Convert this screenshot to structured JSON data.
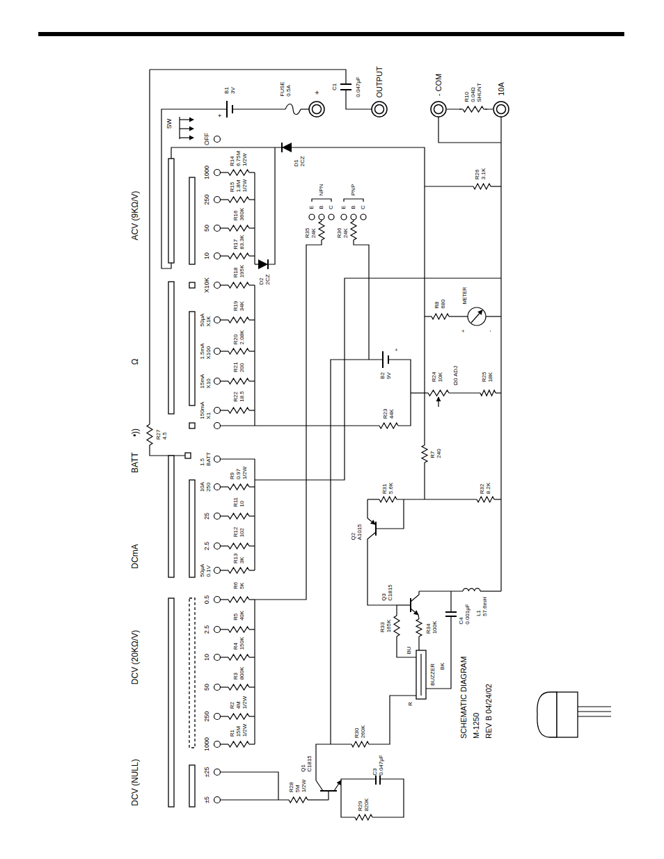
{
  "diagram": {
    "title": "SCHEMATIC DIAGRAM",
    "nodes": [
      {
        "text": [
          "+"
        ]
      },
      {
        "text": [
          "OUTPUT"
        ]
      },
      {
        "text": [
          "- COM"
        ]
      },
      {
        "text": [
          "10A"
        ]
      }
    ],
    "edges": [
      {
        "from": 2,
        "to": 3,
        "arrow": "none"
      }
    ],
    "labels": [
      "ACV (9KΩ/V)",
      "Ω",
      "•))",
      "BATT",
      "DCmA",
      "DCV (20KΩ/V)",
      "DCV (NULL)",
      "SW",
      "OFF",
      "1000",
      "250",
      "50",
      "10",
      "X10K",
      "50μA",
      "X1K",
      "1.5mA",
      "X100",
      "15mA",
      "X10",
      "150mA",
      "X1",
      "1.5",
      "BATT",
      "10A",
      "250",
      "25",
      "2.5",
      "50μA",
      "0.1V",
      "0.5",
      "2.5",
      "10",
      "50",
      "250",
      "1000",
      "±25",
      "±5",
      "R14",
      "6.75M",
      "1/2W",
      "R15",
      "1.8M",
      "1/2W",
      "R16",
      "360K",
      "R17",
      "83.3K",
      "R18",
      "195K",
      "R19",
      "34K",
      "R20",
      "2.08K",
      "R21",
      "200",
      "R22",
      "18.5",
      "R9",
      "0.97",
      "1/2W",
      "R11",
      "10",
      "R12",
      "102",
      "R13",
      "3K",
      "R6",
      "5K",
      "R5",
      "40K",
      "R4",
      "150K",
      "R3",
      "800K",
      "R2",
      "4M",
      "1/2W",
      "R1",
      "15M",
      "1/2W",
      "R27",
      "4.5",
      "B1",
      "3V",
      "+",
      "FUSE",
      "0.5A",
      "C1",
      "0.047μF",
      "R10",
      "0.04Ω",
      "SHUNT",
      "D1",
      "2CZ",
      "R26",
      "3.1K",
      "E",
      "B",
      "C",
      "E",
      "B",
      "C",
      "NPN",
      "PNP",
      "R35",
      "24K",
      "R36",
      "24K",
      "D2",
      "2CZ",
      "R8",
      "680",
      "METER",
      "+",
      "-",
      "B2",
      "9V",
      "+",
      "R24",
      "10K",
      "Ω0 ADJ",
      "R25",
      "18K",
      "R23",
      "44K",
      "R7",
      "240",
      "R31",
      "5.6K",
      "R32",
      "8.2K",
      "Q2",
      "A1015",
      "Q3",
      "C1815",
      "R33",
      "165K",
      "R34",
      "100K",
      "C4",
      "0.001μF",
      "L1",
      "57.6mH",
      "BU",
      "BUZZER",
      "BK",
      "R",
      "R30",
      "260K",
      "Q1",
      "C1815",
      "C3",
      "0.047μF",
      "R28",
      "5M",
      "1/2W",
      "R29",
      "820K",
      "M-1250",
      "REV B 04/24/02"
    ]
  }
}
